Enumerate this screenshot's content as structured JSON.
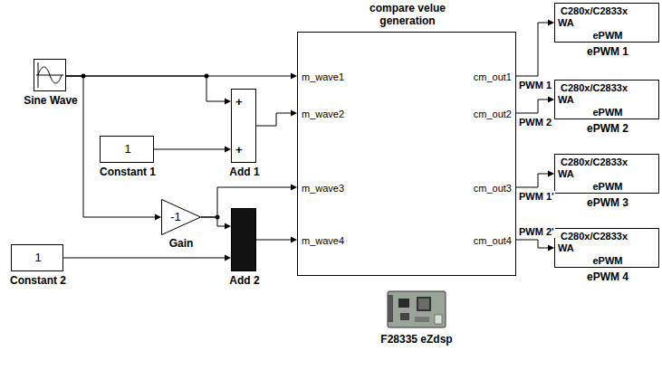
{
  "diagram": {
    "nodes": [
      {
        "text": [
          "Sine Wave"
        ]
      },
      {
        "text": [
          "1",
          "Constant 1"
        ]
      },
      {
        "text": [
          "+",
          "+",
          "Add 1"
        ]
      },
      {
        "text": [
          "-1",
          "Gain"
        ]
      },
      {
        "text": [
          "1",
          "Constant 2"
        ]
      },
      {
        "text": [
          "Add 2"
        ]
      },
      {
        "text": [
          "compare velue generation",
          "m_wave1",
          "m_wave2",
          "m_wave3",
          "m_wave4",
          "cm_out1",
          "cm_out2",
          "cm_out3",
          "cm_out4"
        ]
      },
      {
        "text": [
          "C280x/C2833x",
          "WA",
          "ePWM",
          "ePWM 1"
        ]
      },
      {
        "text": [
          "C280x/C2833x",
          "WA",
          "ePWM",
          "ePWM 2"
        ]
      },
      {
        "text": [
          "C280x/C2833x",
          "WA",
          "ePWM",
          "ePWM 3"
        ]
      },
      {
        "text": [
          "C280x/C2833x",
          "WA",
          "ePWM",
          "ePWM 4"
        ]
      },
      {
        "text": [
          "F28335 eZdsp"
        ]
      }
    ],
    "edges": [
      {
        "from": 0,
        "to": 6,
        "arrow": "to"
      },
      {
        "from": 0,
        "to": 2,
        "arrow": "to"
      },
      {
        "from": 0,
        "to": 3,
        "arrow": "to"
      },
      {
        "from": 1,
        "to": 2,
        "arrow": "to"
      },
      {
        "from": 2,
        "to": 6,
        "arrow": "to"
      },
      {
        "from": 3,
        "to": 6,
        "arrow": "to"
      },
      {
        "from": 3,
        "to": 5,
        "arrow": "to"
      },
      {
        "from": 4,
        "to": 5,
        "arrow": "to"
      },
      {
        "from": 5,
        "to": 6,
        "arrow": "to"
      },
      {
        "from": 6,
        "to": 7,
        "label": "PWM 1",
        "arrow": "to"
      },
      {
        "from": 6,
        "to": 8,
        "label": "PWM 2",
        "arrow": "to"
      },
      {
        "from": 6,
        "to": 9,
        "label": "PWM 1'",
        "arrow": "to"
      },
      {
        "from": 6,
        "to": 10,
        "label": "PWM 2'",
        "arrow": "to"
      }
    ]
  }
}
